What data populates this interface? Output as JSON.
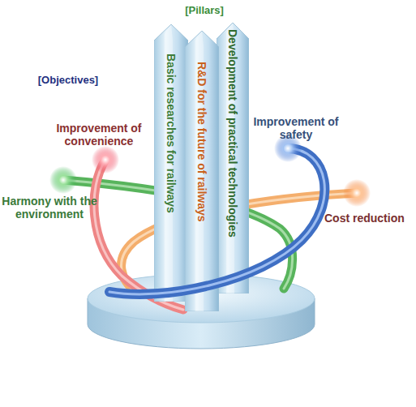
{
  "diagram": {
    "nodes": [
      {
        "text": [
          "Basic researches for railways"
        ]
      },
      {
        "text": [
          "R&D for the future of railways"
        ]
      },
      {
        "text": [
          "Development of practical technologies"
        ]
      }
    ],
    "labels": [
      "[Pillars]",
      "[Objectives]",
      "Improvement of convenience",
      "Harmony with the environment",
      "Improvement of safety",
      "Cost reduction"
    ]
  }
}
